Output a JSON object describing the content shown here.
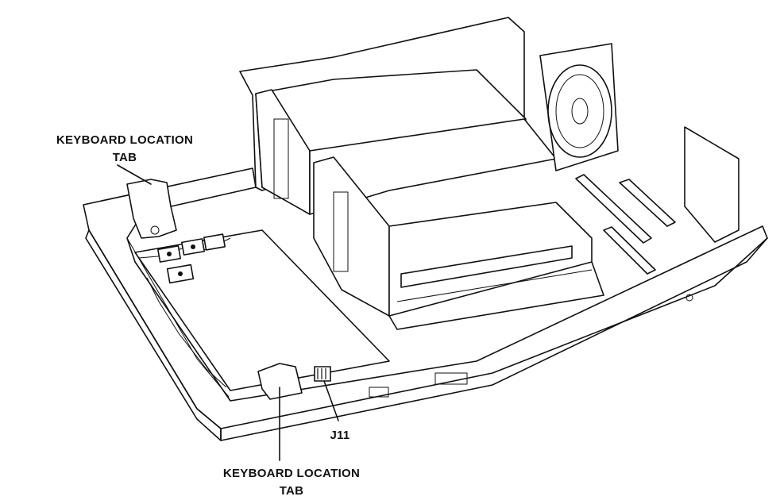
{
  "callouts": {
    "top_left": {
      "line1": "KEYBOARD LOCATION",
      "line2": "TAB"
    },
    "bottom": {
      "line1": "KEYBOARD LOCATION",
      "line2": "TAB"
    },
    "connector": "J11"
  }
}
